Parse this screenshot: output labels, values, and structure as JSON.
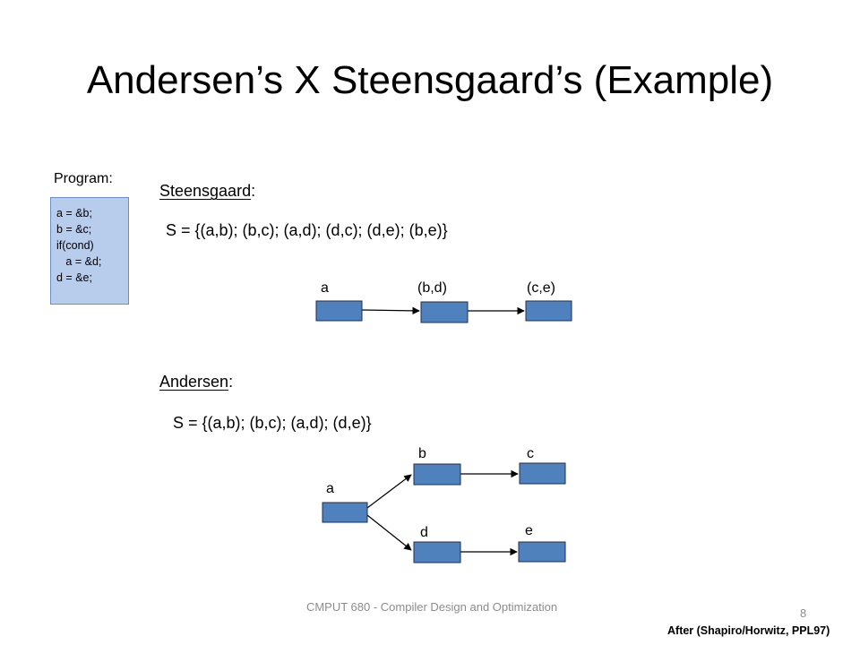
{
  "slide": {
    "title": "Andersen’s X Steensgaard’s  (Example)",
    "program_label": "Program:",
    "program_lines": [
      "a = &b;",
      "b = &c;",
      "if(cond)",
      "   a = &d;",
      "d = &e;"
    ],
    "steensgaard": {
      "heading": "Steensgaard",
      "set": "S = {(a,b); (b,c); (a,d); (d,c); (d,e); (b,e)}",
      "nodes": [
        "a",
        "(b,d)",
        "(c,e)"
      ]
    },
    "andersen": {
      "heading": "Andersen",
      "set": "S = {(a,b); (b,c); (a,d); (d,e)}",
      "nodes": [
        "a",
        "b",
        "c",
        "d",
        "e"
      ]
    },
    "footer": {
      "course": "CMPUT 680 - Compiler Design and Optimization",
      "page_number": "8",
      "credit": "After (Shapiro/Horwitz, PPL97)"
    }
  },
  "colors": {
    "node_fill": "#4f81bd",
    "node_stroke": "#1f2f4f",
    "code_box_fill": "#b8ccec",
    "footer_text": "#8c8c8c"
  }
}
